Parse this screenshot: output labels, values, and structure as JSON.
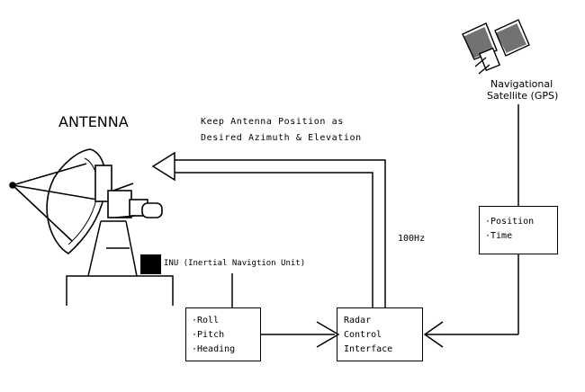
{
  "labels": {
    "antenna": "ANTENNA",
    "satellite_line1": "Navigational",
    "satellite_line2": "Satellite (GPS)",
    "instruction_line1": "Keep Antenna Position as",
    "instruction_line2": "Desired Azimuth & Elevation",
    "rate": "100Hz",
    "inu": "INU (Inertial Navigtion Unit)"
  },
  "boxes": {
    "inu_data": [
      "·Roll",
      "·Pitch",
      "·Heading"
    ],
    "radar_interface": [
      "Radar",
      "Control",
      "Interface"
    ],
    "gps_data": [
      "·Position",
      "·Time"
    ]
  },
  "colors": {
    "ink": "#000000",
    "background": "#ffffff"
  }
}
